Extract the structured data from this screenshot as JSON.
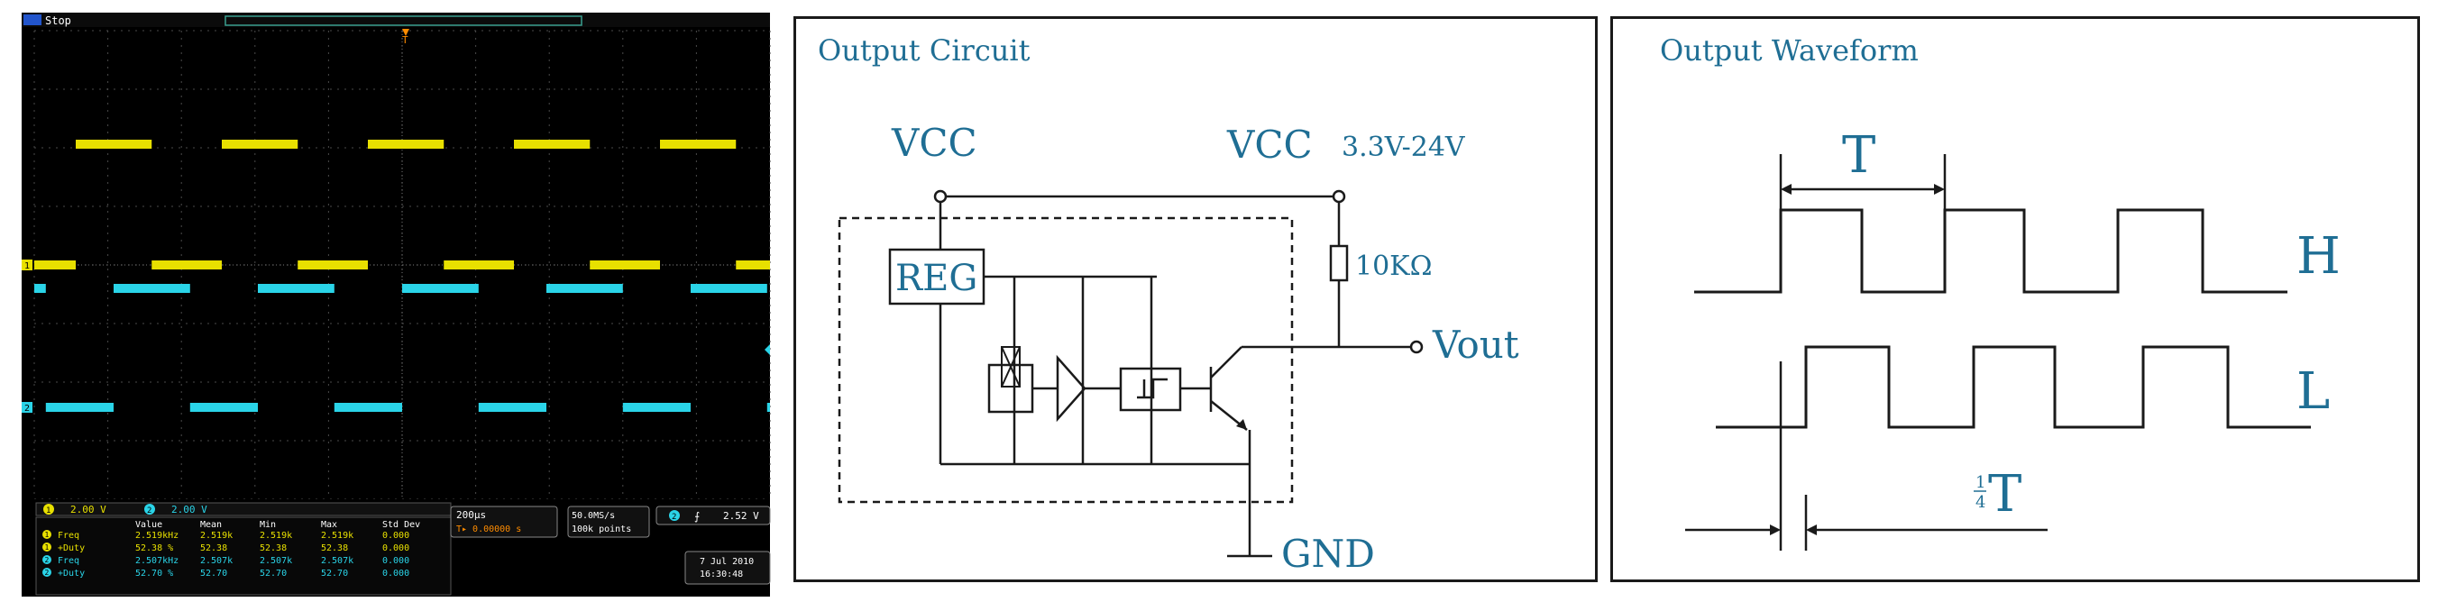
{
  "oscilloscope": {
    "run_state": "Stop",
    "trigger_marker": "T",
    "ch1_marker": "1",
    "ch2_marker": "2",
    "ch1_scale": "2.00 V",
    "ch2_scale": "2.00 V",
    "measure_headers": [
      "Value",
      "Mean",
      "Min",
      "Max",
      "Std Dev"
    ],
    "measurements": [
      {
        "ch": "1",
        "name": "Freq",
        "value": "2.519kHz",
        "mean": "2.519k",
        "min": "2.519k",
        "max": "2.519k",
        "std": "0.000",
        "color": "#e8e000"
      },
      {
        "ch": "1",
        "name": "+Duty",
        "value": "52.38 %",
        "mean": "52.38",
        "min": "52.38",
        "max": "52.38",
        "std": "0.000",
        "color": "#e8e000"
      },
      {
        "ch": "2",
        "name": "Freq",
        "value": "2.507kHz",
        "mean": "2.507k",
        "min": "2.507k",
        "max": "2.507k",
        "std": "0.000",
        "color": "#2ad4e8"
      },
      {
        "ch": "2",
        "name": "+Duty",
        "value": "52.70 %",
        "mean": "52.70",
        "min": "52.70",
        "max": "52.70",
        "std": "0.000",
        "color": "#2ad4e8"
      }
    ],
    "timebase": "200µs",
    "trigger_pos": "T▸ 0.00000 s",
    "sample_rate": "50.0MS/s",
    "record_length": "100k points",
    "trigger_ch": "2",
    "trigger_slope": "⨍",
    "trigger_level": "2.52 V",
    "date": "7 Jul  2010",
    "time": "16:30:48",
    "colors": {
      "ch1": "#e8e000",
      "ch2": "#2ad4e8",
      "background": "#000000",
      "grid": "#4a4a4a"
    }
  },
  "circuit": {
    "title": "Output Circuit",
    "vcc_left": "VCC",
    "vcc_right": "VCC",
    "supply_range": "3.3V-24V",
    "resistor": "10KΩ",
    "reg": "REG",
    "vout": "Vout",
    "gnd": "GND"
  },
  "waveform": {
    "title": "Output Waveform",
    "period_label": "T",
    "high_label": "H",
    "low_label": "L",
    "quarter_num": "1",
    "quarter_den": "4",
    "quarter_T": "T"
  },
  "colors": {
    "accent": "#1f6e94",
    "line": "#1a1a1a"
  }
}
